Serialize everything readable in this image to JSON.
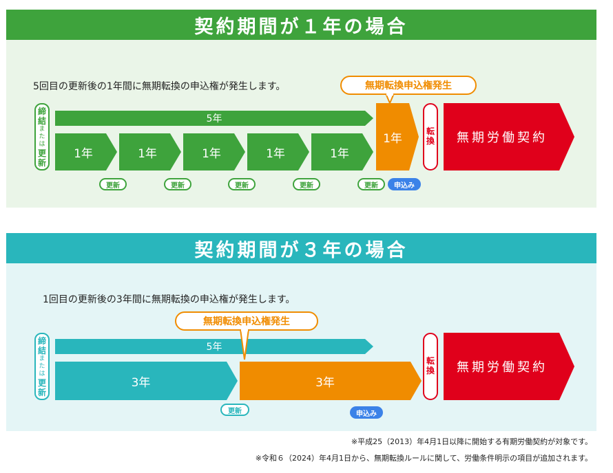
{
  "colors": {
    "green": "#3ea33c",
    "teal": "#29b6bc",
    "orange": "#f08c00",
    "red": "#e0001b",
    "blue": "#3b82e8",
    "green_bg": "#eaf5e8",
    "teal_bg": "#e4f5f6"
  },
  "section1": {
    "title": "契約期間が１年の場合",
    "description": "5回目の更新後の1年間に無期転換の申込権が発生します。",
    "left_label": {
      "big": [
        "締",
        "結"
      ],
      "small": [
        "ま",
        "た",
        "は"
      ],
      "big2": [
        "更",
        "新"
      ]
    },
    "total_label": "5年",
    "terms": [
      "1年",
      "1年",
      "1年",
      "1年",
      "1年"
    ],
    "final_term": "1年",
    "renewal_label": "更新",
    "apply_label": "申込み",
    "callout": "無期転換申込権発生",
    "conversion": [
      "転",
      "換"
    ],
    "contract": "無期労働契約"
  },
  "section2": {
    "title": "契約期間が３年の場合",
    "description": "1回目の更新後の3年間に無期転換の申込権が発生します。",
    "left_label": {
      "big": [
        "締",
        "結"
      ],
      "small": [
        "ま",
        "た",
        "は"
      ],
      "big2": [
        "更",
        "新"
      ]
    },
    "total_label": "5年",
    "first_term": "3年",
    "second_term": "3年",
    "renewal_label": "更新",
    "apply_label": "申込み",
    "callout": "無期転換申込権発生",
    "conversion": [
      "転",
      "換"
    ],
    "contract": "無期労働契約"
  },
  "notes": [
    "※平成25（2013）年4月1日以降に開始する有期労働契約が対象です。",
    "※令和６（2024）年4月1日から、無期転換ルールに関して、労働条件明示の項目が追加されます。"
  ]
}
